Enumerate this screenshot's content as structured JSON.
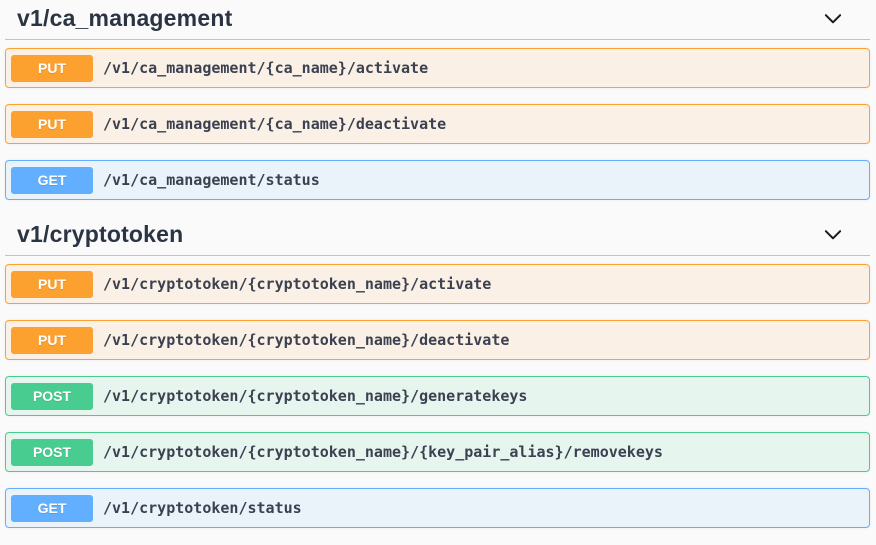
{
  "page": {
    "background_color": "#fafafa",
    "title_color": "#2b3443",
    "path_color": "#3b4151"
  },
  "method_styles": {
    "GET": {
      "badge": "#61affe",
      "bg": "rgba(97,175,254,0.1)"
    },
    "PUT": {
      "badge": "#fca130",
      "bg": "rgba(252,161,48,0.1)"
    },
    "POST": {
      "badge": "#49cc90",
      "bg": "rgba(73,204,144,0.1)"
    }
  },
  "icons": {
    "section_collapse": "chevron-down-icon"
  },
  "sections": [
    {
      "title": "v1/ca_management",
      "expanded": true,
      "endpoints": [
        {
          "method": "PUT",
          "path": "/v1/ca_management/{ca_name}/activate"
        },
        {
          "method": "PUT",
          "path": "/v1/ca_management/{ca_name}/deactivate"
        },
        {
          "method": "GET",
          "path": "/v1/ca_management/status"
        }
      ]
    },
    {
      "title": "v1/cryptotoken",
      "expanded": true,
      "endpoints": [
        {
          "method": "PUT",
          "path": "/v1/cryptotoken/{cryptotoken_name}/activate"
        },
        {
          "method": "PUT",
          "path": "/v1/cryptotoken/{cryptotoken_name}/deactivate"
        },
        {
          "method": "POST",
          "path": "/v1/cryptotoken/{cryptotoken_name}/generatekeys"
        },
        {
          "method": "POST",
          "path": "/v1/cryptotoken/{cryptotoken_name}/{key_pair_alias}/removekeys"
        },
        {
          "method": "GET",
          "path": "/v1/cryptotoken/status"
        }
      ]
    }
  ]
}
